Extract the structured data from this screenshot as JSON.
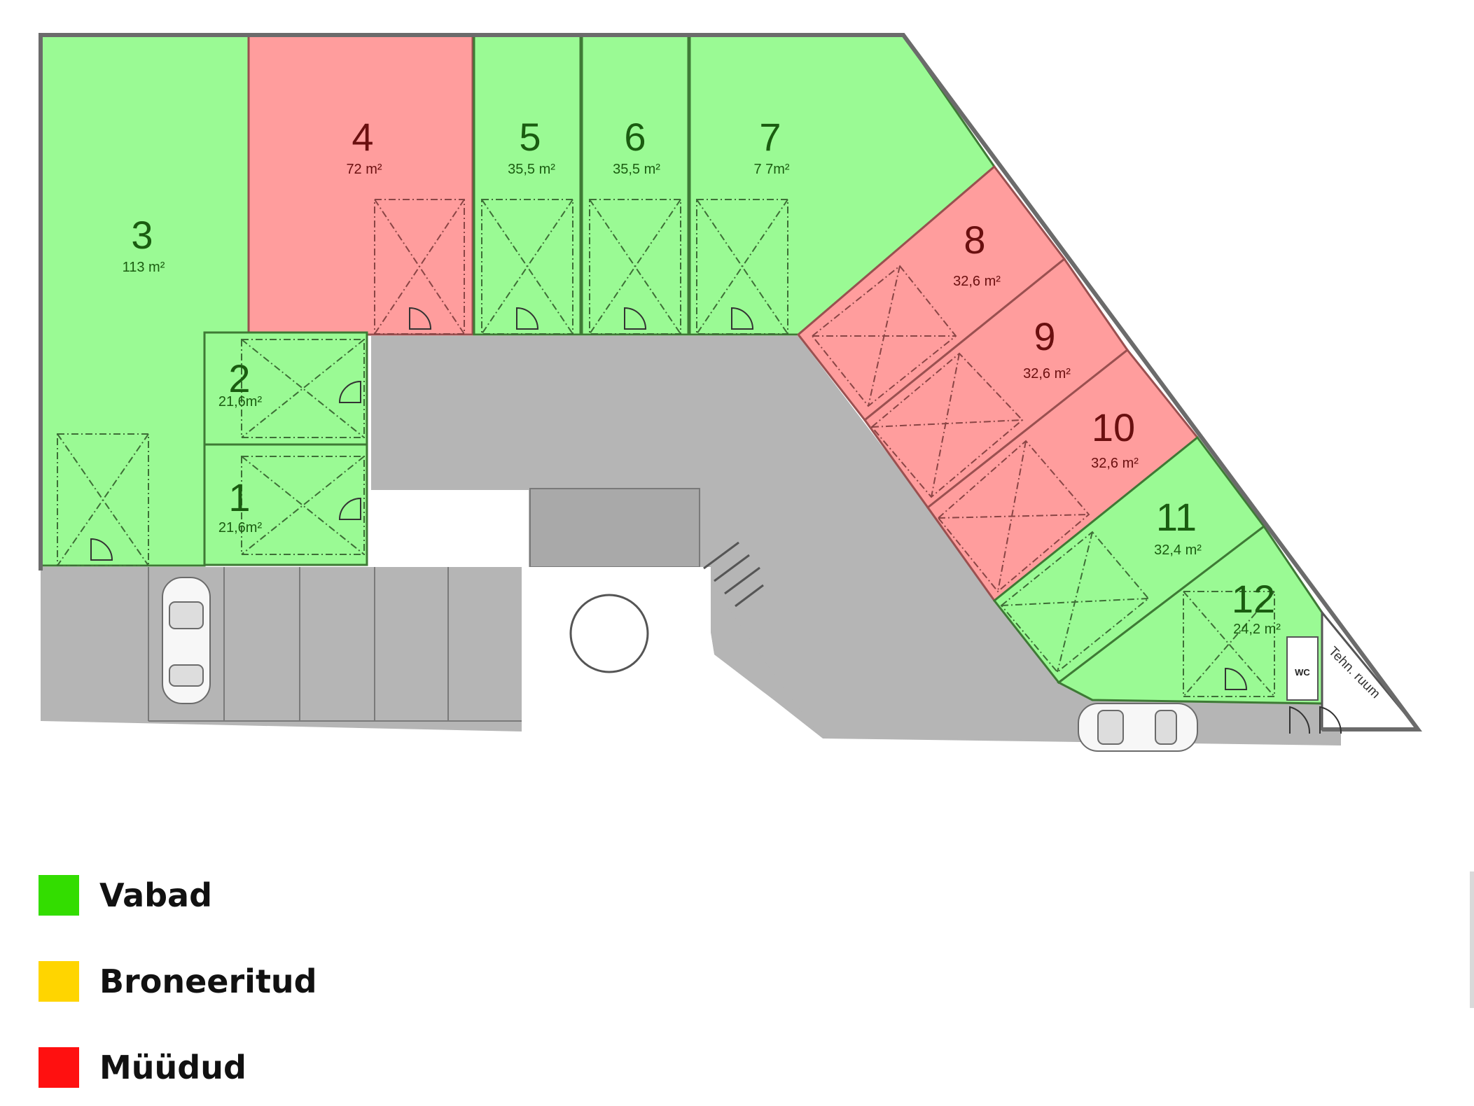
{
  "colors": {
    "available": "#9afa94",
    "reserved": "#ffd500",
    "sold": "#ff9d9d",
    "legend_available": "#33dd00",
    "legend_reserved": "#ffd500",
    "legend_sold": "#ff1010",
    "driveway": "#b5b5b5",
    "available_text": "#1a5c10",
    "sold_text": "#6a0f0f"
  },
  "units": [
    {
      "number": "1",
      "area": "21,6m²",
      "status": "available"
    },
    {
      "number": "2",
      "area": "21,6m²",
      "status": "available"
    },
    {
      "number": "3",
      "area": "113 m²",
      "status": "available"
    },
    {
      "number": "4",
      "area": "72 m²",
      "status": "sold"
    },
    {
      "number": "5",
      "area": "35,5 m²",
      "status": "available"
    },
    {
      "number": "6",
      "area": "35,5 m²",
      "status": "available"
    },
    {
      "number": "7",
      "area": "7 7m²",
      "status": "available"
    },
    {
      "number": "8",
      "area": "32,6 m²",
      "status": "sold"
    },
    {
      "number": "9",
      "area": "32,6 m²",
      "status": "sold"
    },
    {
      "number": "10",
      "area": "32,6 m²",
      "status": "sold"
    },
    {
      "number": "11",
      "area": "32,4 m²",
      "status": "available"
    },
    {
      "number": "12",
      "area": "24,2 m²",
      "status": "available"
    }
  ],
  "rooms": {
    "wc": "WC",
    "tech_room": "Tehn. ruum"
  },
  "legend": [
    {
      "label": "Vabad",
      "color": "#33dd00"
    },
    {
      "label": "Broneeritud",
      "color": "#ffd500"
    },
    {
      "label": "Müüdud",
      "color": "#ff1010"
    }
  ]
}
